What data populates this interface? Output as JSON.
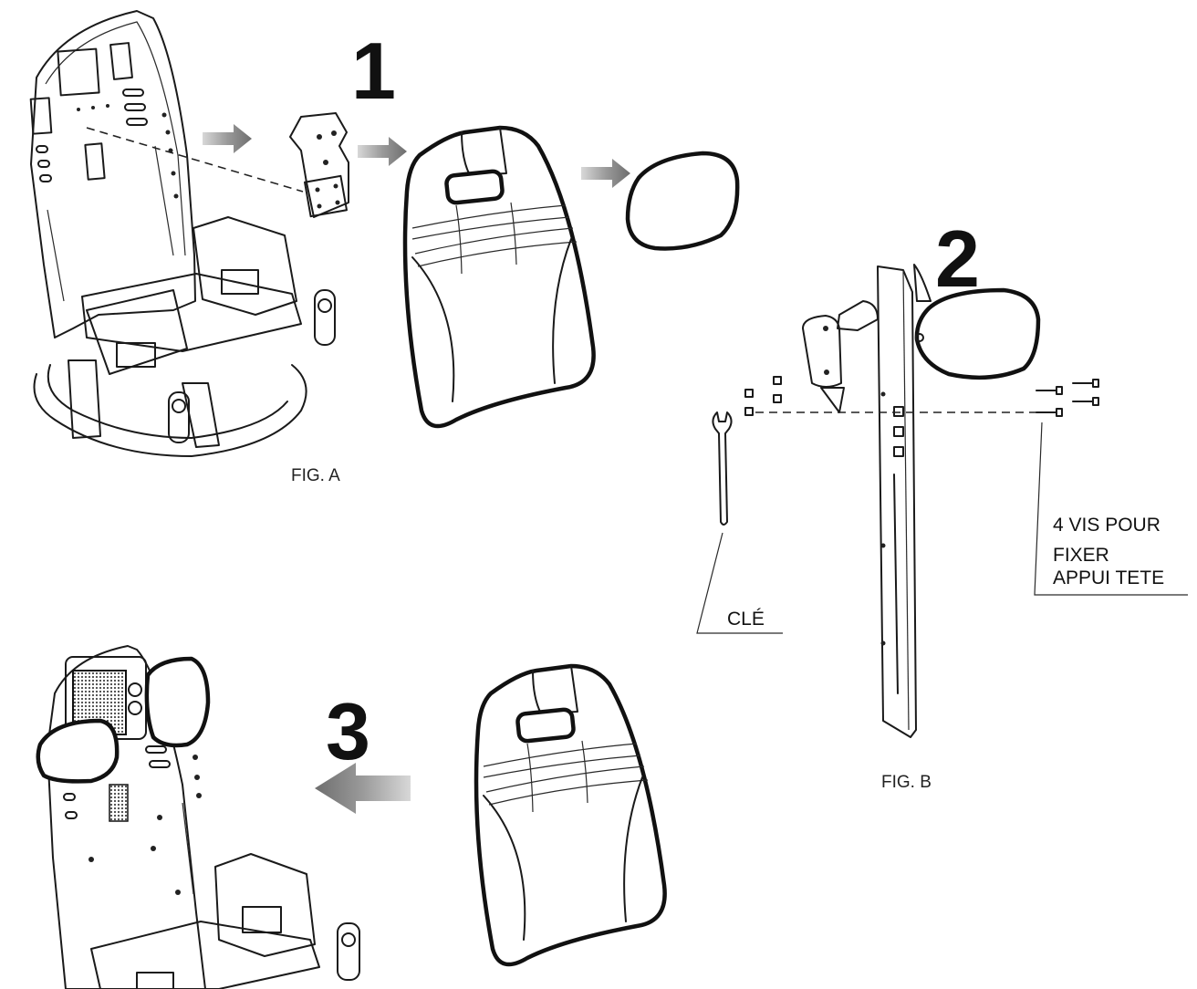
{
  "steps": [
    {
      "number": "1"
    },
    {
      "number": "2"
    },
    {
      "number": "3"
    }
  ],
  "figures": {
    "fig_a": "FIG. A",
    "fig_b": "FIG. B"
  },
  "callouts": {
    "wrench": "CLÉ",
    "screws_line1": "4 VIS POUR",
    "screws_line2": "FIXER",
    "screws_line3": "APPUI TETE"
  },
  "icons": {
    "arrow": "right-arrow-icon",
    "wrench": "wrench-icon"
  },
  "colors": {
    "ink": "#111111",
    "arrow_gray": "#7a7a7a",
    "background": "#ffffff"
  }
}
